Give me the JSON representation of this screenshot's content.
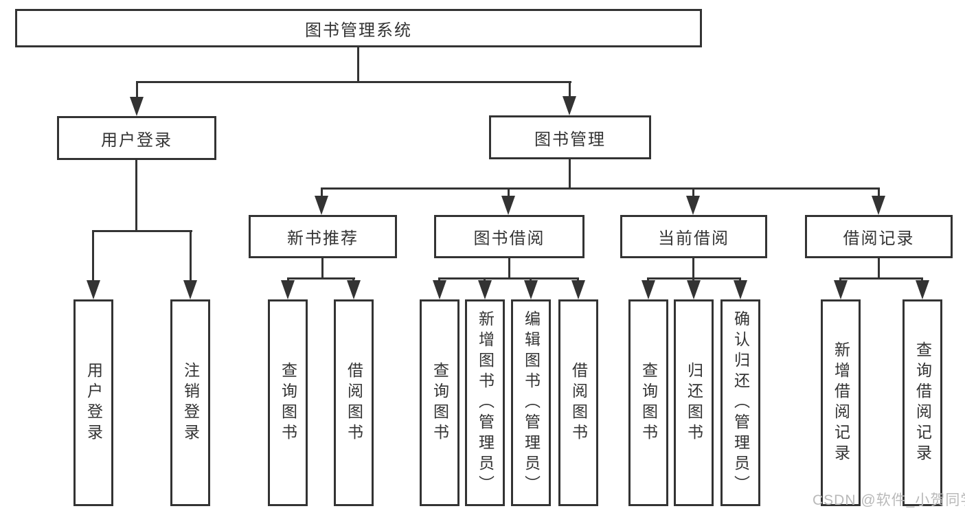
{
  "diagram": {
    "nodes": {
      "root": "图书管理系统",
      "user_login": "用户登录",
      "book_management": "图书管理",
      "new_book_recommend": "新书推荐",
      "book_borrowing": "图书借阅",
      "current_borrowing": "当前借阅",
      "borrow_records": "借阅记录"
    },
    "leaves": {
      "user_login": [
        "用户登录",
        "注销登录"
      ],
      "new_book_recommend": [
        "查询图书",
        "借阅图书"
      ],
      "book_borrowing": [
        "查询图书",
        "新增图书（管理员）",
        "编辑图书（管理员）",
        "借阅图书"
      ],
      "current_borrowing": [
        "查询图书",
        "归还图书",
        "确认归还（管理员）"
      ],
      "borrow_records": [
        "新增借阅记录",
        "查询借阅记录"
      ]
    },
    "colors": {
      "line": "#333333",
      "text": "#333333",
      "background": "#ffffff",
      "watermark": "#b9b9b9"
    }
  },
  "watermark": {
    "text": "CSDN @软件_小贺同学"
  }
}
